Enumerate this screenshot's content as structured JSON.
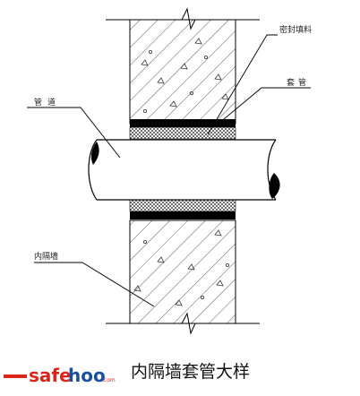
{
  "labels": {
    "sealant": "密封填料",
    "sleeve": "套管",
    "pipe": "管道",
    "inner_wall": "内隔墙"
  },
  "caption": "内隔墙套管大样",
  "watermark": {
    "part1": "safe",
    "part2": "hoo",
    "suffix": ".com"
  },
  "colors": {
    "line": "#000000",
    "hatch": "#333333",
    "logo_red": "#d9251c",
    "logo_blue": "#1a4fa0"
  }
}
